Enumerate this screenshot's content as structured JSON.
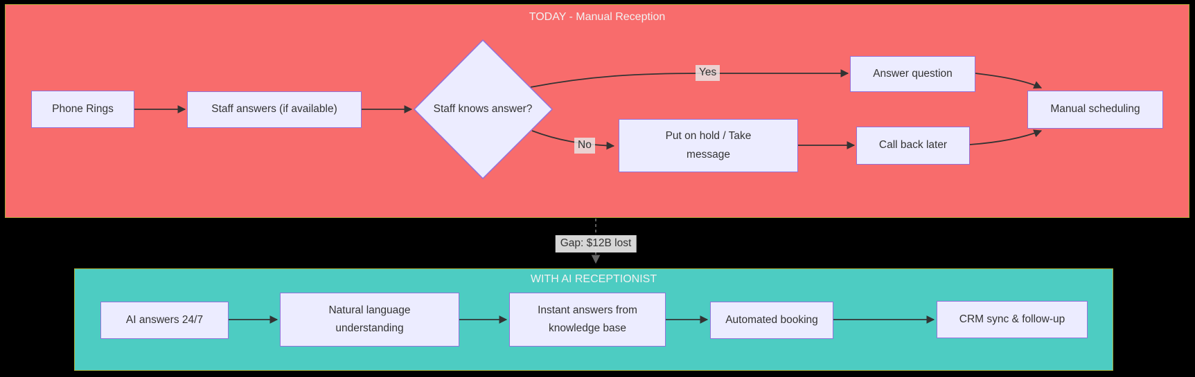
{
  "colors": {
    "background": "#000000",
    "today_fill": "#f86c6c",
    "ai_fill": "#4dccc2",
    "cluster_border": "#aaaa33",
    "node_fill": "#ececff",
    "node_border": "#9370db",
    "node_text": "#333333",
    "cluster_title_text": "#f2f2f2",
    "edge_stroke": "#333333",
    "edge_label_bg": "#e8e8e8"
  },
  "today": {
    "title": "TODAY - Manual Reception",
    "nodes": {
      "phone_rings": "Phone Rings",
      "staff_answers": "Staff answers (if available)",
      "knows_answer": "Staff knows answer?",
      "answer_question": "Answer question",
      "hold_message": "Put on hold / Take\nmessage",
      "call_back": "Call back later",
      "manual_scheduling": "Manual scheduling"
    },
    "edge_labels": {
      "yes": "Yes",
      "no": "No"
    }
  },
  "gap": {
    "label": "Gap: $12B lost"
  },
  "ai": {
    "title": "WITH AI RECEPTIONIST",
    "nodes": {
      "ai_answers": "AI answers 24/7",
      "natural_language": "Natural language\nunderstanding",
      "instant_answers": "Instant answers from\nknowledge base",
      "automated_booking": "Automated booking",
      "crm_sync": "CRM sync & follow-up"
    }
  },
  "edges": [
    {
      "from": "Phone Rings",
      "to": "Staff answers (if available)",
      "label": ""
    },
    {
      "from": "Staff answers (if available)",
      "to": "Staff knows answer?",
      "label": ""
    },
    {
      "from": "Staff knows answer?",
      "to": "Answer question",
      "label": "Yes"
    },
    {
      "from": "Staff knows answer?",
      "to": "Put on hold / Take message",
      "label": "No"
    },
    {
      "from": "Put on hold / Take message",
      "to": "Call back later",
      "label": ""
    },
    {
      "from": "Answer question",
      "to": "Manual scheduling",
      "label": ""
    },
    {
      "from": "Call back later",
      "to": "Manual scheduling",
      "label": ""
    },
    {
      "from": "TODAY - Manual Reception",
      "to": "WITH AI RECEPTIONIST",
      "label": "Gap: $12B lost",
      "style": "dashed"
    },
    {
      "from": "AI answers 24/7",
      "to": "Natural language understanding",
      "label": ""
    },
    {
      "from": "Natural language understanding",
      "to": "Instant answers from knowledge base",
      "label": ""
    },
    {
      "from": "Instant answers from knowledge base",
      "to": "Automated booking",
      "label": ""
    },
    {
      "from": "Automated booking",
      "to": "CRM sync & follow-up",
      "label": ""
    }
  ]
}
